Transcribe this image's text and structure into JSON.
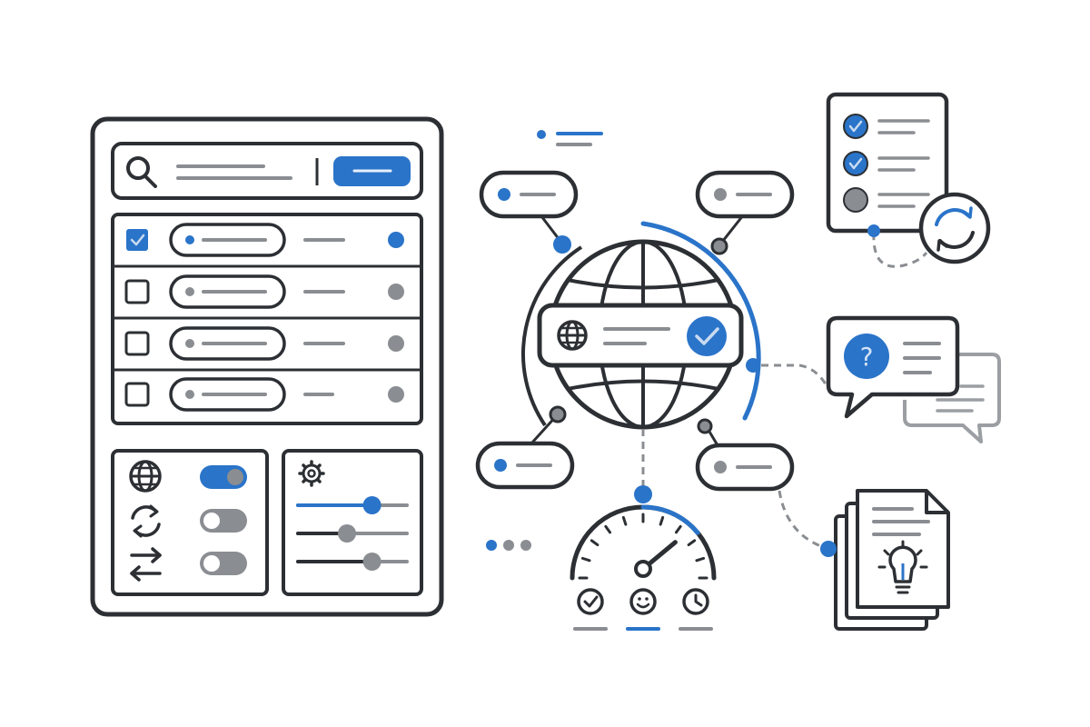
{
  "colors": {
    "stroke": "#2c2f33",
    "accent": "#2a74c9",
    "muted": "#8a8d91",
    "line": "#9b9ea2",
    "background": "#ffffff"
  },
  "search_panel": {
    "search_field": {
      "placeholder": "",
      "icon": "search-icon"
    },
    "search_button": {
      "label": ""
    },
    "list_items": [
      {
        "checked": true,
        "status": "active"
      },
      {
        "checked": false,
        "status": "inactive"
      },
      {
        "checked": false,
        "status": "inactive"
      },
      {
        "checked": false,
        "status": "inactive"
      }
    ],
    "toggles": [
      {
        "icon": "globe-icon",
        "on": true
      },
      {
        "icon": "sync-icon",
        "on": false
      },
      {
        "icon": "swap-arrows-icon",
        "on": false
      }
    ],
    "settings": {
      "icon": "gear-icon",
      "sliders": [
        {
          "value": 0.68,
          "accent": true
        },
        {
          "value": 0.45,
          "accent": false
        },
        {
          "value": 0.68,
          "accent": false
        }
      ]
    }
  },
  "hub": {
    "center_icon": "globe-icon",
    "verified_icon": "check-icon",
    "nodes": [
      {
        "position": "top-left",
        "status": "active"
      },
      {
        "position": "top-right",
        "status": "inactive"
      },
      {
        "position": "bottom-left",
        "status": "active"
      },
      {
        "position": "bottom-right",
        "status": "inactive"
      }
    ]
  },
  "gauge": {
    "level": 0.78,
    "icons": [
      "check-circle-icon",
      "smile-icon",
      "clock-icon"
    ],
    "selected": 1
  },
  "checklist_card": {
    "items_checked": [
      true,
      true,
      false
    ],
    "icon": "refresh-icon"
  },
  "chat_card": {
    "icon": "question-icon",
    "question_mark": "?"
  },
  "documents_card": {
    "icon": "lightbulb-icon"
  },
  "pagination_dots": {
    "count": 3,
    "active": 0
  }
}
